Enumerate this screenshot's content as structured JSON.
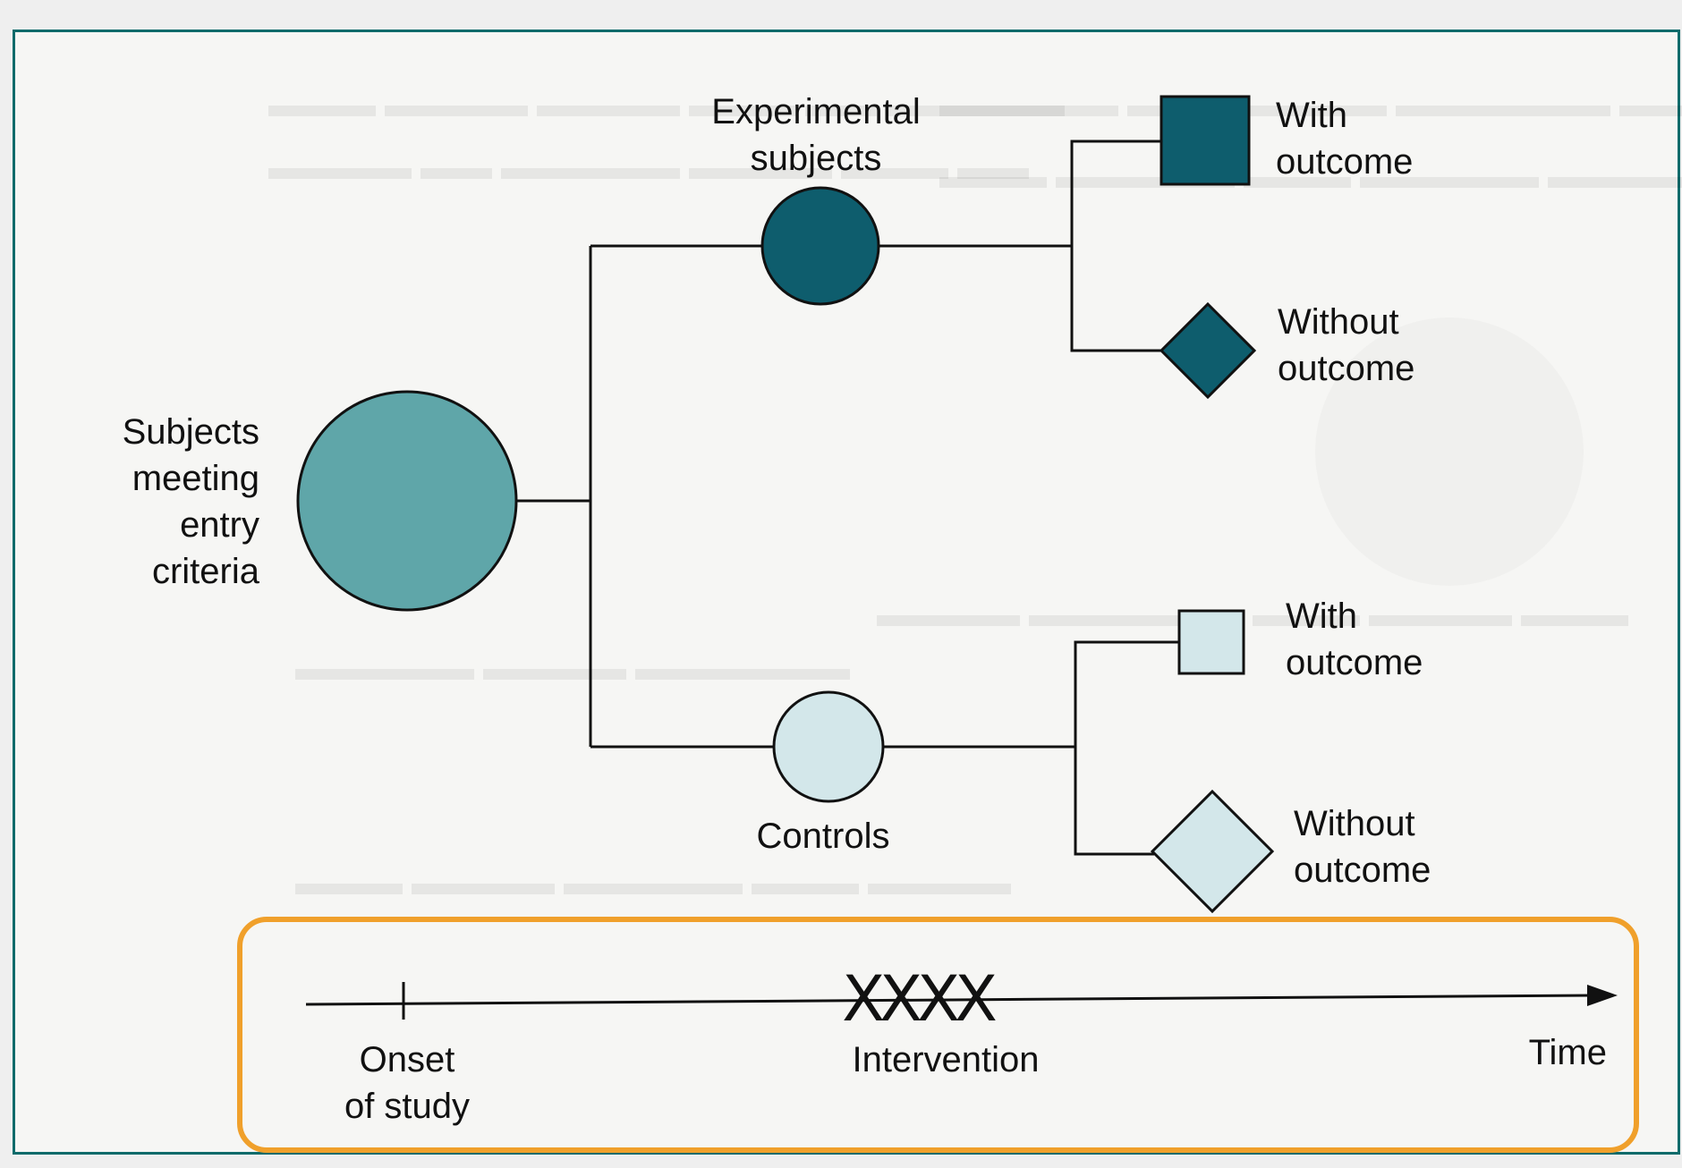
{
  "diagram": {
    "nodes": {
      "entry": {
        "label_lines": [
          "Subjects",
          "meeting",
          "entry",
          "criteria"
        ],
        "color": "#5fa6a9"
      },
      "experimental": {
        "label_lines": [
          "Experimental",
          "subjects"
        ],
        "color": "#0e5d6d"
      },
      "controls": {
        "label_lines": [
          "Controls"
        ],
        "color": "#d3e7ea"
      },
      "exp_with": {
        "shape": "square",
        "label_lines": [
          "With",
          "outcome"
        ],
        "color": "#0e5d6d"
      },
      "exp_without": {
        "shape": "diamond",
        "label_lines": [
          "Without",
          "outcome"
        ],
        "color": "#0e5d6d"
      },
      "ctl_with": {
        "shape": "square",
        "label_lines": [
          "With",
          "outcome"
        ],
        "color": "#d3e7ea"
      },
      "ctl_without": {
        "shape": "diamond",
        "label_lines": [
          "Without",
          "outcome"
        ],
        "color": "#d3e7ea"
      }
    },
    "timeline": {
      "onset_lines": [
        "Onset",
        "of study"
      ],
      "intervention_label": "Intervention",
      "intervention_marks": "XXXX",
      "time_label": "Time",
      "highlight_color": "#f0a02b"
    }
  }
}
